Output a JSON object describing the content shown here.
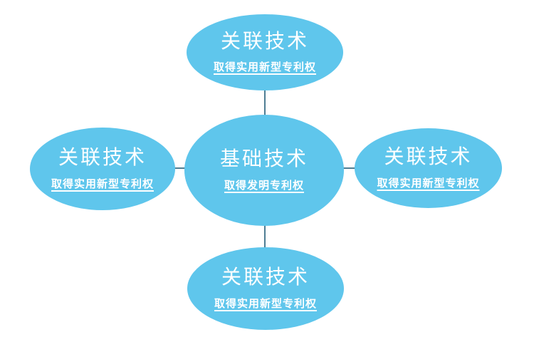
{
  "diagram": {
    "background_color": "#ffffff",
    "node_fill_color": "#5fc6ec",
    "node_text_color": "#ffffff",
    "connector_color": "#4e7d93",
    "nodes": [
      {
        "position": "top",
        "title": "关联技术",
        "subtitle": "取得实用新型专利权"
      },
      {
        "position": "left",
        "title": "关联技术",
        "subtitle": "取得实用新型专利权"
      },
      {
        "position": "center",
        "title": "基础技术",
        "subtitle": "取得发明专利权"
      },
      {
        "position": "right",
        "title": "关联技术",
        "subtitle": "取得实用新型专利权"
      },
      {
        "position": "bottom",
        "title": "关联技术",
        "subtitle": "取得实用新型专利权"
      }
    ]
  }
}
